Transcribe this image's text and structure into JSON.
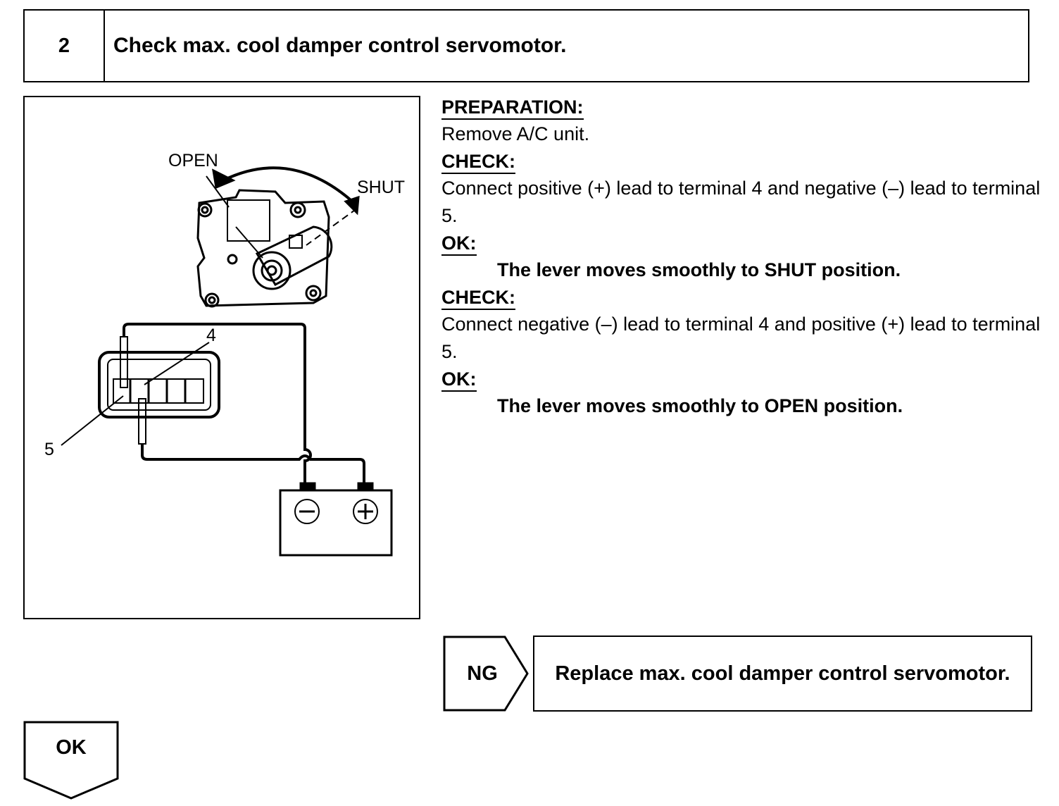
{
  "header": {
    "step_number": "2",
    "title": "Check max. cool damper control servomotor."
  },
  "figure": {
    "label_open": "OPEN",
    "label_shut": "SHUT",
    "label_terminal_4": "4",
    "label_terminal_5": "5",
    "battery_negative": "negative-terminal-icon",
    "battery_positive": "positive-terminal-icon"
  },
  "instructions": {
    "preparation_heading": "PREPARATION:",
    "preparation_text": "Remove A/C unit.",
    "check1_heading": "CHECK:",
    "check1_text": "Connect positive (+) lead to terminal 4 and negative (–) lead to terminal 5.",
    "ok1_heading": "OK:",
    "ok1_text": "The lever moves smoothly to SHUT position.",
    "check2_heading": "CHECK:",
    "check2_text": "Connect negative (–) lead to terminal 4 and positive (+) lead to terminal 5.",
    "ok2_heading": "OK:",
    "ok2_text": "The lever moves smoothly to OPEN position."
  },
  "results": {
    "ng_label": "NG",
    "ng_action": "Replace max. cool damper control servomotor.",
    "ok_label": "OK"
  }
}
